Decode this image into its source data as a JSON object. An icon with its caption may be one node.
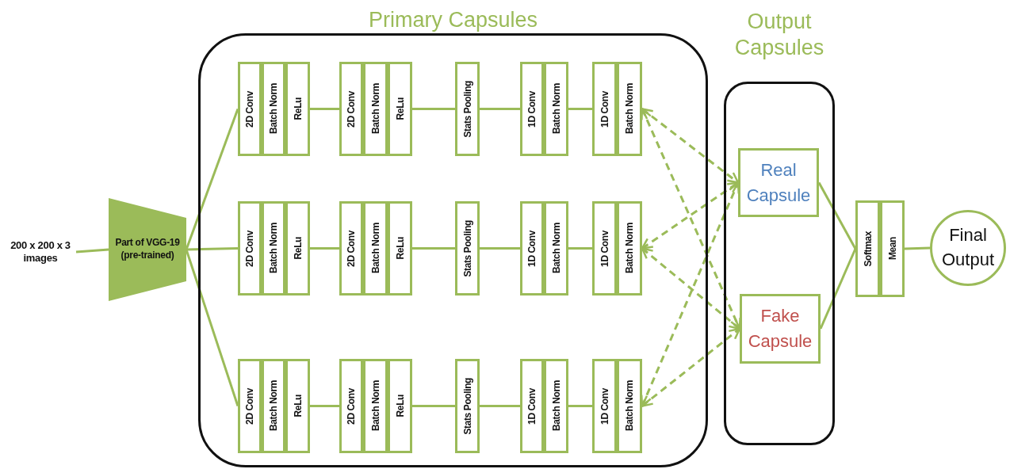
{
  "diagram": {
    "nodes": [
      {
        "text": [
          "200 x 200 x 3 images"
        ]
      },
      {
        "text": [
          "Part of VGG-19 (pre-trained)"
        ]
      },
      {
        "text": [
          "Primary Capsules"
        ]
      },
      {
        "text": [
          "2D Conv"
        ],
        "in": 2
      },
      {
        "text": [
          "Batch Norm"
        ],
        "in": 2
      },
      {
        "text": [
          "ReLu"
        ],
        "in": 2
      },
      {
        "text": [
          "2D Conv"
        ],
        "in": 2
      },
      {
        "text": [
          "Batch Norm"
        ],
        "in": 2
      },
      {
        "text": [
          "ReLu"
        ],
        "in": 2
      },
      {
        "text": [
          "Stats Pooling"
        ],
        "in": 2
      },
      {
        "text": [
          "1D Conv"
        ],
        "in": 2
      },
      {
        "text": [
          "Batch Norm"
        ],
        "in": 2
      },
      {
        "text": [
          "1D Conv"
        ],
        "in": 2
      },
      {
        "text": [
          "Batch Norm"
        ],
        "in": 2
      },
      {
        "text": [
          "2D Conv"
        ],
        "in": 2
      },
      {
        "text": [
          "Batch Norm"
        ],
        "in": 2
      },
      {
        "text": [
          "ReLu"
        ],
        "in": 2
      },
      {
        "text": [
          "2D Conv"
        ],
        "in": 2
      },
      {
        "text": [
          "Batch Norm"
        ],
        "in": 2
      },
      {
        "text": [
          "ReLu"
        ],
        "in": 2
      },
      {
        "text": [
          "Stats Pooling"
        ],
        "in": 2
      },
      {
        "text": [
          "1D Conv"
        ],
        "in": 2
      },
      {
        "text": [
          "Batch Norm"
        ],
        "in": 2
      },
      {
        "text": [
          "1D Conv"
        ],
        "in": 2
      },
      {
        "text": [
          "Batch Norm"
        ],
        "in": 2
      },
      {
        "text": [
          "2D Conv"
        ],
        "in": 2
      },
      {
        "text": [
          "Batch Norm"
        ],
        "in": 2
      },
      {
        "text": [
          "ReLu"
        ],
        "in": 2
      },
      {
        "text": [
          "2D Conv"
        ],
        "in": 2
      },
      {
        "text": [
          "Batch Norm"
        ],
        "in": 2
      },
      {
        "text": [
          "ReLu"
        ],
        "in": 2
      },
      {
        "text": [
          "Stats Pooling"
        ],
        "in": 2
      },
      {
        "text": [
          "1D Conv"
        ],
        "in": 2
      },
      {
        "text": [
          "Batch Norm"
        ],
        "in": 2
      },
      {
        "text": [
          "1D Conv"
        ],
        "in": 2
      },
      {
        "text": [
          "Batch Norm"
        ],
        "in": 2
      },
      {
        "text": [
          "Output Capsules"
        ]
      },
      {
        "text": [
          "Real Capsule"
        ],
        "in": 36
      },
      {
        "text": [
          "Fake Capsule"
        ],
        "in": 36
      },
      {
        "text": [
          "Softmax"
        ]
      },
      {
        "text": [
          "Mean"
        ]
      },
      {
        "text": [
          "Final Output"
        ]
      }
    ],
    "edges": [
      {
        "from": 0,
        "to": 1,
        "arrow": "none"
      },
      {
        "from": 1,
        "to": 3,
        "arrow": "none"
      },
      {
        "from": 1,
        "to": 14,
        "arrow": "none"
      },
      {
        "from": 1,
        "to": 25,
        "arrow": "none"
      },
      {
        "from": 5,
        "to": 6,
        "arrow": "none"
      },
      {
        "from": 8,
        "to": 9,
        "arrow": "none"
      },
      {
        "from": 9,
        "to": 10,
        "arrow": "none"
      },
      {
        "from": 11,
        "to": 12,
        "arrow": "none"
      },
      {
        "from": 16,
        "to": 17,
        "arrow": "none"
      },
      {
        "from": 19,
        "to": 20,
        "arrow": "none"
      },
      {
        "from": 20,
        "to": 21,
        "arrow": "none"
      },
      {
        "from": 22,
        "to": 23,
        "arrow": "none"
      },
      {
        "from": 27,
        "to": 28,
        "arrow": "none"
      },
      {
        "from": 30,
        "to": 31,
        "arrow": "none"
      },
      {
        "from": 31,
        "to": 32,
        "arrow": "none"
      },
      {
        "from": 33,
        "to": 34,
        "arrow": "none"
      },
      {
        "from": 13,
        "to": 37,
        "arrow": "both",
        "style": "dashed"
      },
      {
        "from": 13,
        "to": 38,
        "arrow": "both",
        "style": "dashed"
      },
      {
        "from": 24,
        "to": 37,
        "arrow": "both",
        "style": "dashed"
      },
      {
        "from": 24,
        "to": 38,
        "arrow": "both",
        "style": "dashed"
      },
      {
        "from": 35,
        "to": 37,
        "arrow": "both",
        "style": "dashed"
      },
      {
        "from": 35,
        "to": 38,
        "arrow": "both",
        "style": "dashed"
      },
      {
        "from": 37,
        "to": 39,
        "arrow": "none"
      },
      {
        "from": 38,
        "to": 39,
        "arrow": "none"
      },
      {
        "from": 40,
        "to": 41,
        "arrow": "none"
      }
    ]
  }
}
